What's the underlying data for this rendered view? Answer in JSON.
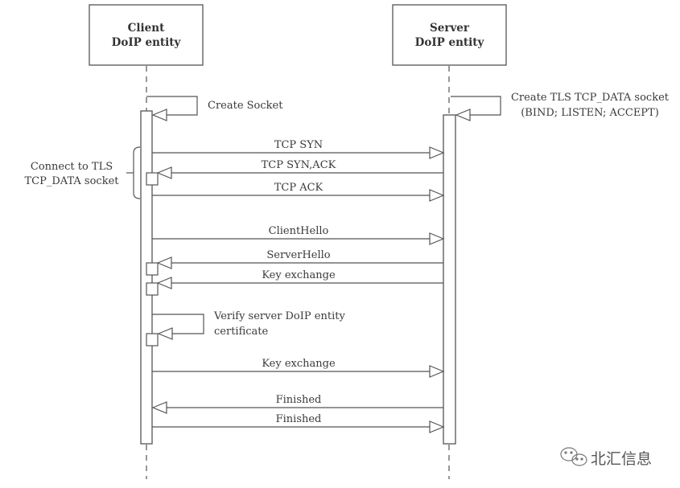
{
  "participants": [
    {
      "id": "client",
      "line1": "Client",
      "line2": "DoIP entity"
    },
    {
      "id": "server",
      "line1": "Server",
      "line2": "DoIP entity"
    }
  ],
  "self_calls": {
    "client_create": "Create Socket",
    "server_create_line1": "Create TLS TCP_DATA socket",
    "server_create_line2": "(BIND; LISTEN; ACCEPT)",
    "verify_line1": "Verify server DoIP entity",
    "verify_line2": "certificate"
  },
  "bracket_note": {
    "line1": "Connect to TLS",
    "line2": "TCP_DATA socket"
  },
  "messages": [
    {
      "label": "TCP SYN",
      "from": "client",
      "to": "server"
    },
    {
      "label": "TCP SYN,ACK",
      "from": "server",
      "to": "client"
    },
    {
      "label": "TCP ACK",
      "from": "client",
      "to": "server"
    },
    {
      "label": "ClientHello",
      "from": "client",
      "to": "server"
    },
    {
      "label": "ServerHello",
      "from": "server",
      "to": "client"
    },
    {
      "label": "Key exchange",
      "from": "server",
      "to": "client"
    },
    {
      "label": "Key exchange",
      "from": "client",
      "to": "server"
    },
    {
      "label": "Finished",
      "from": "server",
      "to": "client"
    },
    {
      "label": "Finished",
      "from": "client",
      "to": "server"
    }
  ],
  "watermark": {
    "text": "北汇信息",
    "icon": "wechat-icon"
  },
  "colors": {
    "line": "#555555",
    "text": "#3a3a3a"
  }
}
